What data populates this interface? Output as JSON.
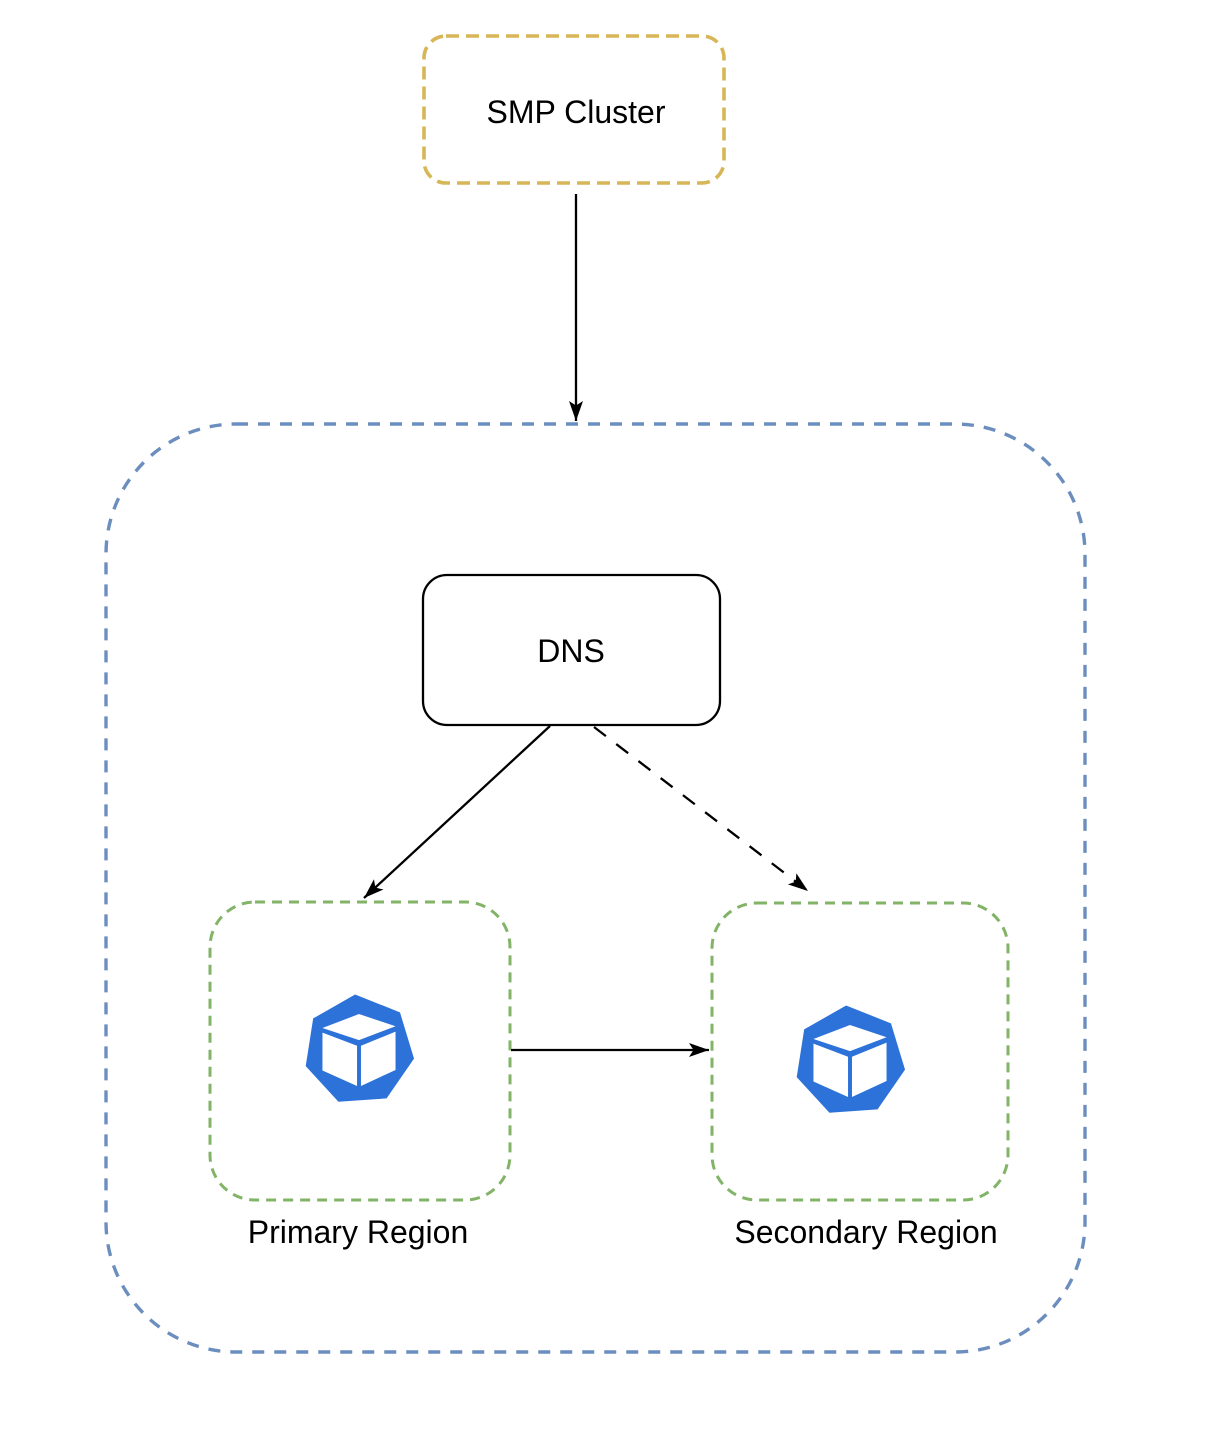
{
  "diagram": {
    "nodes": {
      "smp_cluster": {
        "label": "SMP Cluster"
      },
      "dns": {
        "label": "DNS"
      },
      "primary_region": {
        "label": "Primary Region"
      },
      "secondary_region": {
        "label": "Secondary Region"
      }
    },
    "icons": {
      "primary_region": "cube-heptagon-icon",
      "secondary_region": "cube-heptagon-icon"
    },
    "edges": {
      "smp_to_group": "solid-arrow",
      "dns_to_primary": "solid-arrow",
      "dns_to_secondary": "dashed-arrow",
      "primary_to_secondary": "solid-arrow"
    },
    "colors": {
      "smp_cluster_border": "#D6B656",
      "outer_group_border": "#6C8EBF",
      "region_border": "#82B366",
      "dns_border": "#000000",
      "icon_blue": "#2D72D9",
      "arrow_color": "#000000",
      "label_color": "#000000",
      "background": "#FFFFFF"
    }
  }
}
